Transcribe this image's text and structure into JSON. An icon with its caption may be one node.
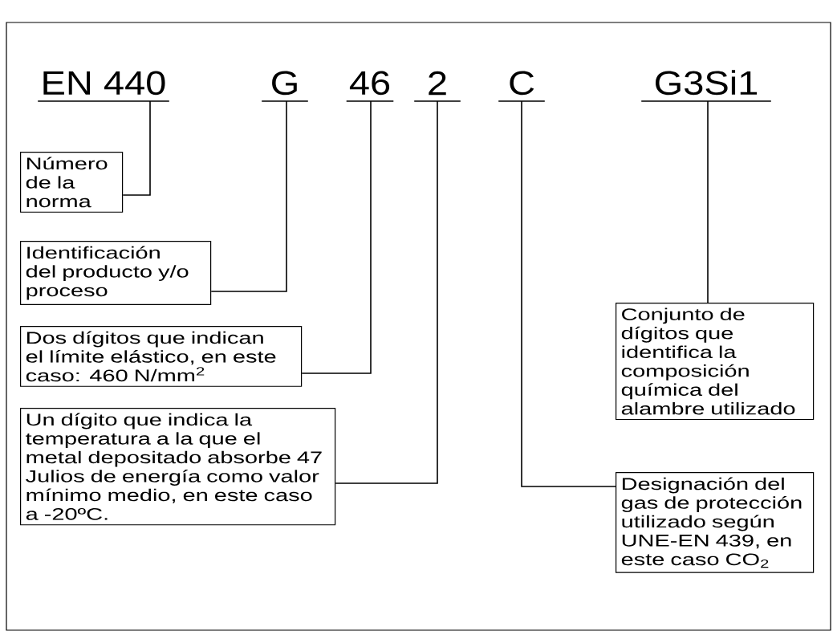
{
  "diagram": {
    "nodes": [
      {
        "text": [
          "EN 440"
        ]
      },
      {
        "text": [
          "G"
        ]
      },
      {
        "text": [
          "46"
        ]
      },
      {
        "text": [
          "2"
        ]
      },
      {
        "text": [
          "C"
        ]
      },
      {
        "text": [
          "G3Si1"
        ]
      },
      {
        "text": [
          "Número de la norma"
        ]
      },
      {
        "text": [
          "Identificación del producto y/o proceso"
        ]
      },
      {
        "text": [
          "Conjunto de dígitos que identifica la composición química del alambre utilizado"
        ]
      },
      {
        "text": [
          "Dos dígitos que indican el límite elástico, en este caso: 460 N/mm$^{2}$"
        ]
      },
      {
        "text": [
          "Designación del gas de protección utilizado según UNE-EN 439, en este caso CO$_{2}$"
        ]
      },
      {
        "text": [
          "Un dígito que indica la temperatura a la que el metal depositado absorbe 47 Julios de energía como valor mínimo medio, en este caso a -20ºC."
        ]
      }
    ],
    "edges": [
      {
        "from": 0,
        "to": 6,
        "arrow": "none"
      },
      {
        "from": 1,
        "to": 7,
        "arrow": "none"
      },
      {
        "from": 2,
        "to": 9,
        "arrow": "none"
      },
      {
        "from": 3,
        "to": 11,
        "arrow": "none"
      },
      {
        "from": 4,
        "to": 10,
        "arrow": "none"
      },
      {
        "from": 5,
        "to": 8,
        "arrow": "none"
      }
    ]
  }
}
